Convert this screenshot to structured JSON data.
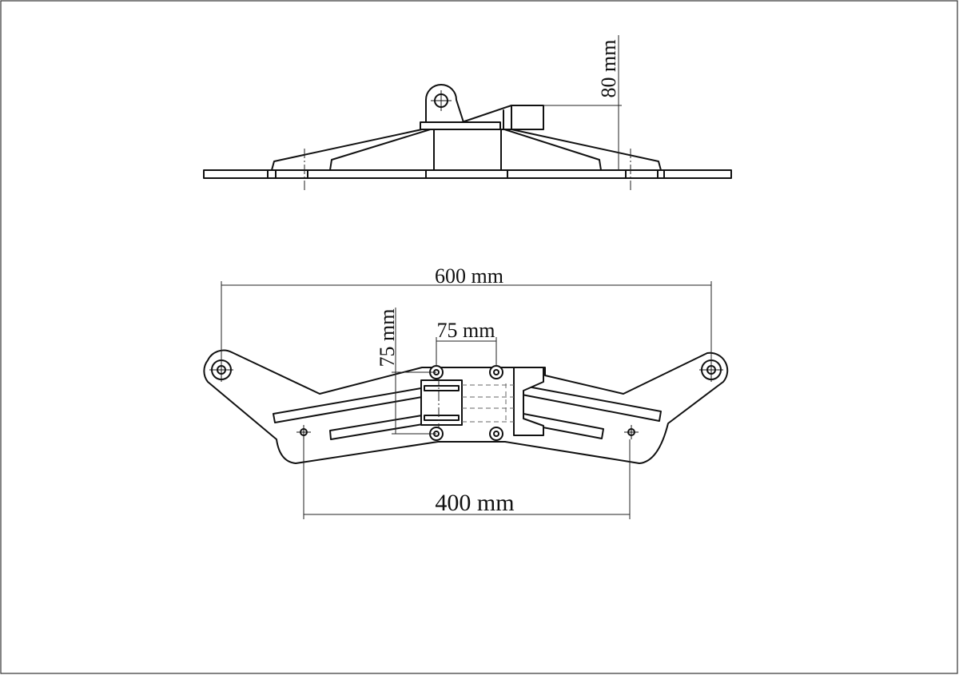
{
  "drawing": {
    "side_view": {
      "height_label": "80 mm"
    },
    "top_view": {
      "overall_width_label": "600 mm",
      "hole_spacing_label": "400 mm",
      "bolt_pitch_x_label": "75 mm",
      "bolt_pitch_y_label": "75 mm"
    }
  },
  "colors": {
    "line": "#111111",
    "background": "#ffffff",
    "hidden_line": "#666666"
  }
}
